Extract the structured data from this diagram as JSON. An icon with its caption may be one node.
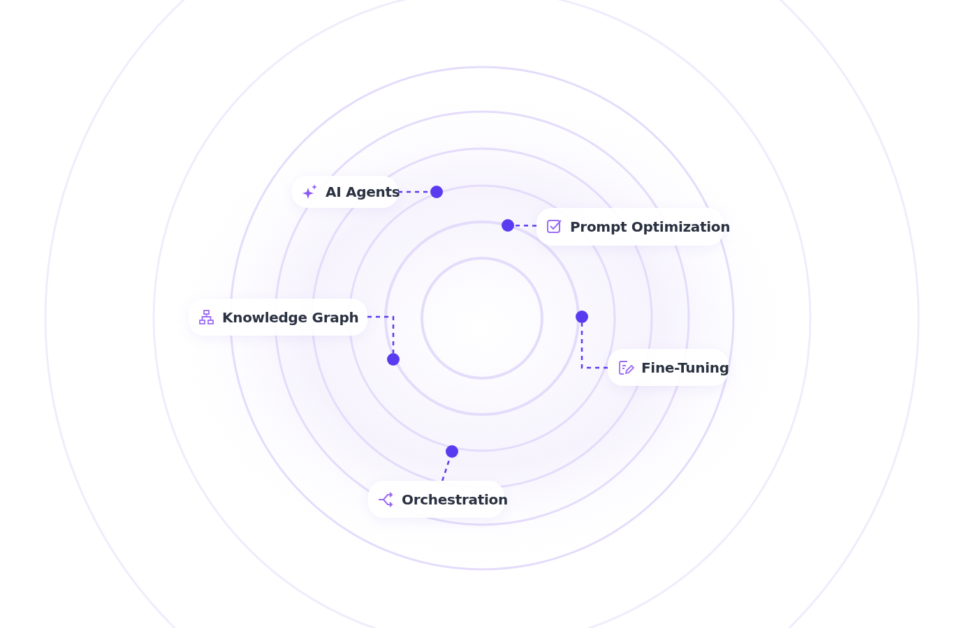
{
  "diagram": {
    "nodes": [
      {
        "text": [
          "AI Agents"
        ]
      },
      {
        "text": [
          "Prompt Optimization"
        ]
      },
      {
        "text": [
          "Knowledge Graph"
        ]
      },
      {
        "text": [
          "Fine-Tuning"
        ]
      },
      {
        "text": [
          "Orchestration"
        ]
      },
      {
        "text": [],
        "shape": "circle"
      },
      {
        "text": [],
        "shape": "circle"
      },
      {
        "text": [],
        "shape": "circle"
      },
      {
        "text": [],
        "shape": "circle"
      },
      {
        "text": [],
        "shape": "circle"
      }
    ],
    "edges": [
      {
        "from": 0,
        "to": 5,
        "arrow": "none",
        "style": "dashed"
      },
      {
        "from": 1,
        "to": 6,
        "arrow": "none",
        "style": "dashed"
      },
      {
        "from": 2,
        "to": 8,
        "arrow": "none",
        "style": "dashed"
      },
      {
        "from": 3,
        "to": 7,
        "arrow": "none",
        "style": "dashed"
      },
      {
        "from": 4,
        "to": 9,
        "arrow": "none",
        "style": "dashed"
      }
    ]
  }
}
